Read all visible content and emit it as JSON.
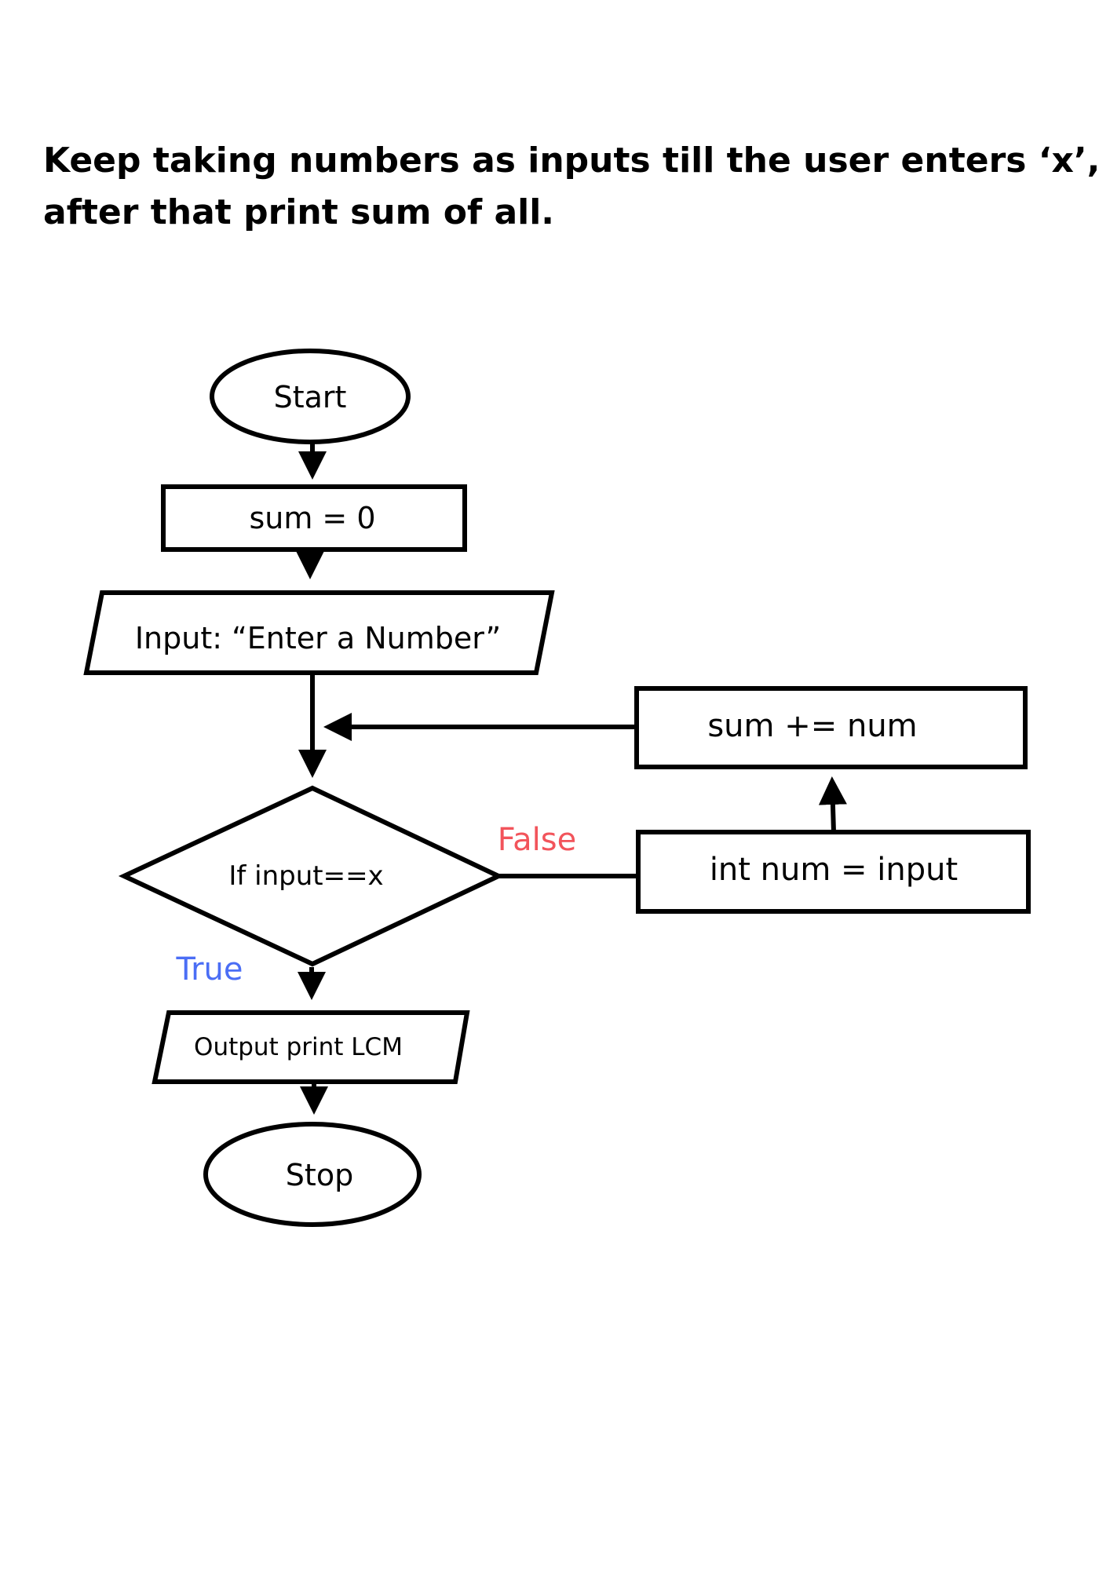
{
  "heading": {
    "line1": "Keep taking numbers as inputs till the user enters ‘x’,",
    "line2": "after that print sum of all."
  },
  "nodes": {
    "start": "Start",
    "init": "sum = 0",
    "input": "Input: “Enter a Number”",
    "accumulate": "sum += num",
    "decision": "If input==x",
    "convert": "int num = input",
    "output": "Output  print LCM",
    "stop": "Stop"
  },
  "edges": {
    "false_label": "False",
    "true_label": "True"
  },
  "colors": {
    "false": "#f2545b",
    "true": "#4b6ef5",
    "stroke": "#000000"
  }
}
